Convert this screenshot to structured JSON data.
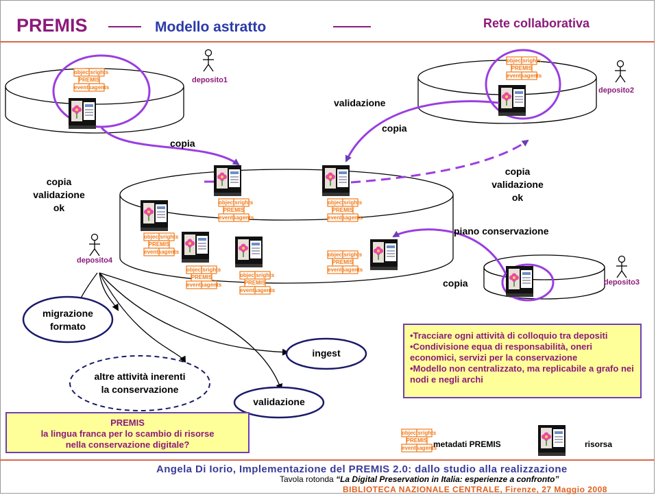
{
  "header": {
    "title": "PREMIS",
    "subtitle": "Modello astratto",
    "right_title": "Rete collaborativa"
  },
  "repositories": {
    "dep1": "deposito1",
    "dep2": "deposito2",
    "dep3": "deposito3",
    "dep4": "deposito4"
  },
  "premis_box": {
    "objects": "objects",
    "rights": "rights",
    "premis": "PREMIS",
    "events": "events",
    "agents": "agents"
  },
  "labels": {
    "copia_top": "copia",
    "validazione": "validazione",
    "copia_right": "copia",
    "left_status": [
      "copia",
      "validazione",
      "ok"
    ],
    "right_status": [
      "copia",
      "validazione",
      "ok"
    ],
    "piano": "piano conservazione",
    "copia_bottom": "copia"
  },
  "activities": {
    "migrazione": [
      "migrazione",
      "formato"
    ],
    "altre": [
      "altre attività inerenti",
      "la conservazione"
    ],
    "ingest": "ingest",
    "validazione": "validazione"
  },
  "callout_right": [
    "•Tracciare ogni attività di colloquio tra depositi",
    "•Condivisione equa di responsabilità, oneri economici, servizi per la conservazione",
    "•Modello non centralizzato, ma replicabile a grafo nei nodi e negli archi"
  ],
  "callout_left": [
    "PREMIS",
    "la lingua franca per lo scambio di risorse",
    "nella conservazione digitale?"
  ],
  "legend": {
    "metadata": "metadati PREMIS",
    "resource": "risorsa"
  },
  "footer": {
    "line1": "Angela Di Iorio, Implementazione del PREMIS 2.0: dallo studio alla realizzazione",
    "line2_prefix": "Tavola rotonda ",
    "line2_italic": "“La Digital Preservation in Italia: esperienze a confronto”",
    "line3": "BIBLIOTECA NAZIONALE CENTRALE, Firenze, 27 Maggio 2008"
  },
  "colors": {
    "title": "#8b1a7a",
    "blue": "#2b3aa8",
    "purple_line": "#9a3ee0",
    "orange": "#f07a1a",
    "header_line": "#d9684a",
    "callout_bg": "#ffff99"
  }
}
